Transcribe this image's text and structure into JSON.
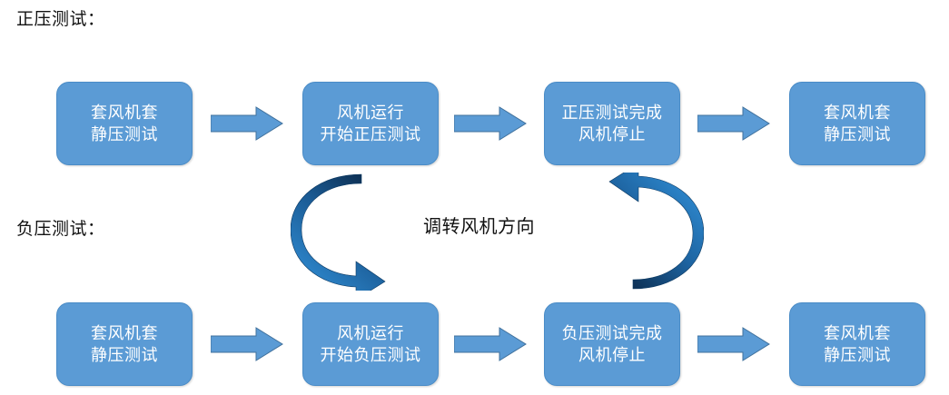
{
  "diagram": {
    "title_positive": "正压测试：",
    "title_negative": "负压测试：",
    "turn_caption": "调转风机方向",
    "colors": {
      "node_fill": "#5b9bd5",
      "node_border": "#4a8cc7",
      "node_text": "#ffffff",
      "arrow_fill": "#5b9bd5",
      "arrow_border": "#41719c",
      "curve_dark": "#10365c",
      "curve_light": "#2e86c8",
      "label_text": "#111111",
      "background": "#ffffff"
    },
    "positive_row": {
      "nodes": [
        {
          "label": "套风机套\n静压测试"
        },
        {
          "label": "风机运行\n开始正压测试"
        },
        {
          "label": "正压测试完成\n风机停止"
        },
        {
          "label": "套风机套\n静压测试"
        }
      ],
      "connectors": [
        {
          "kind": "block-arrow-right"
        },
        {
          "kind": "block-arrow-right"
        },
        {
          "kind": "block-arrow-right"
        }
      ]
    },
    "negative_row": {
      "nodes": [
        {
          "label": "套风机套\n静压测试"
        },
        {
          "label": "风机运行\n开始负压测试"
        },
        {
          "label": "负压测试完成\n风机停止"
        },
        {
          "label": "套风机套\n静压测试"
        }
      ],
      "connectors": [
        {
          "kind": "block-arrow-right"
        },
        {
          "kind": "block-arrow-right"
        },
        {
          "kind": "block-arrow-right"
        }
      ]
    },
    "curved_arrows": [
      {
        "name": "curved-arrow-left",
        "direction": "clockwise-down",
        "shape": "c-arc-opening-right"
      },
      {
        "name": "curved-arrow-right",
        "direction": "counter-up",
        "shape": "d-arc-opening-left"
      }
    ]
  }
}
